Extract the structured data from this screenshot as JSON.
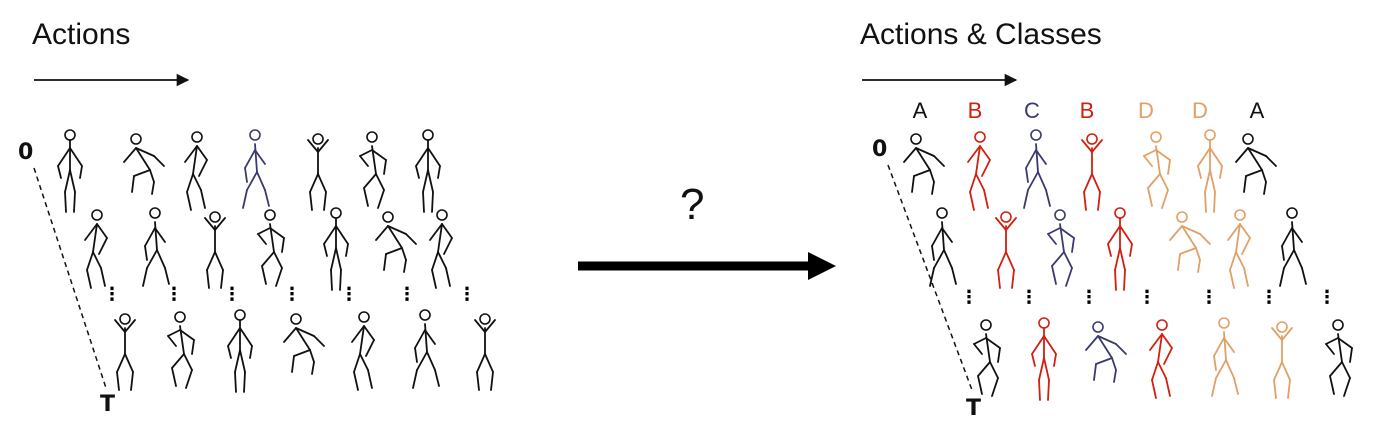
{
  "left_panel": {
    "title": "Actions",
    "start_label": "0",
    "end_label": "T",
    "ellipsis": "⋮"
  },
  "center": {
    "question": "?"
  },
  "right_panel": {
    "title": "Actions & Classes",
    "start_label": "0",
    "end_label": "T",
    "ellipsis": "⋮",
    "class_labels": [
      "A",
      "B",
      "C",
      "B",
      "D",
      "D",
      "A"
    ]
  },
  "colors": {
    "A": "#111111",
    "B": "#d21f0f",
    "C": "#3b3a6e",
    "D": "#e0a066",
    "default": "#111111"
  }
}
